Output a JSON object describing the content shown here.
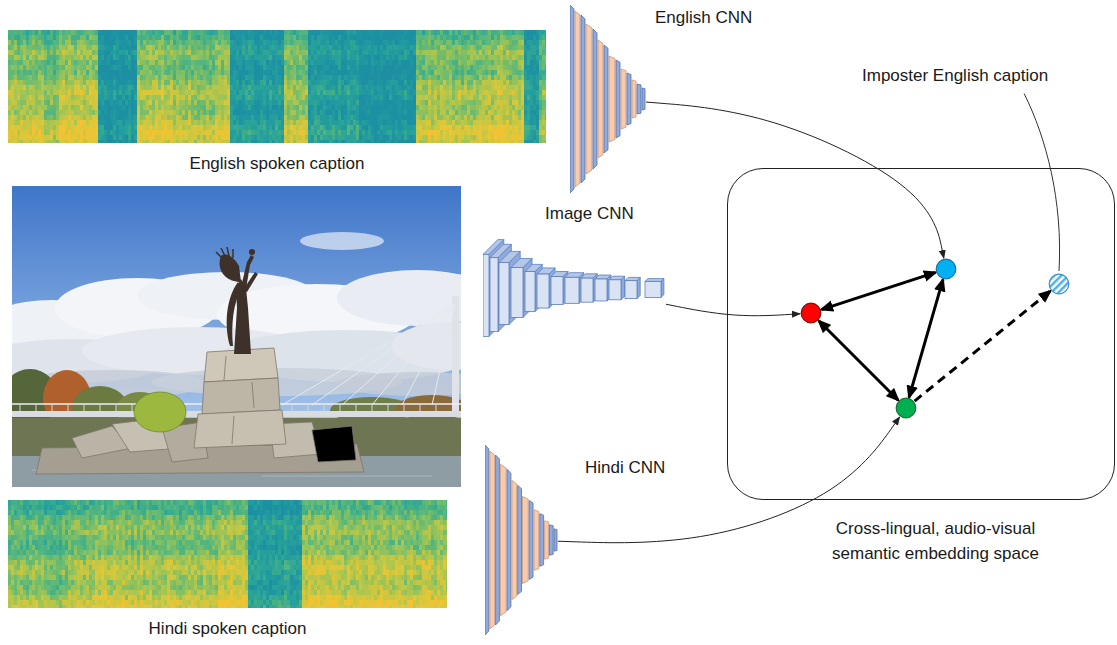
{
  "diagram": {
    "nodes": [
      {
        "text": [
          "English spoken caption"
        ]
      },
      {
        "text": [
          "English CNN"
        ]
      },
      {
        "text": [
          "Image CNN"
        ]
      },
      {
        "text": [
          "Hindi CNN"
        ]
      },
      {
        "text": [
          "Hindi spoken caption"
        ]
      },
      {
        "text": [
          "Cross-lingual, audio-visual semantic embedding space"
        ]
      },
      {
        "text": [],
        "in": 5
      },
      {
        "text": [],
        "in": 5
      },
      {
        "text": [],
        "in": 5
      },
      {
        "text": [],
        "in": 5
      }
    ],
    "edges": [
      {
        "from": 1,
        "to": 6,
        "arrow": "to"
      },
      {
        "from": 2,
        "to": 8,
        "arrow": "to"
      },
      {
        "from": 3,
        "to": 9,
        "arrow": "to"
      },
      {
        "from": 8,
        "to": 6,
        "arrow": "both"
      },
      {
        "from": 8,
        "to": 9,
        "arrow": "both"
      },
      {
        "from": 6,
        "to": 9,
        "arrow": "both"
      },
      {
        "from": 9,
        "to": 7,
        "arrow": "to"
      }
    ],
    "labels": [
      "Imposter English caption"
    ]
  }
}
